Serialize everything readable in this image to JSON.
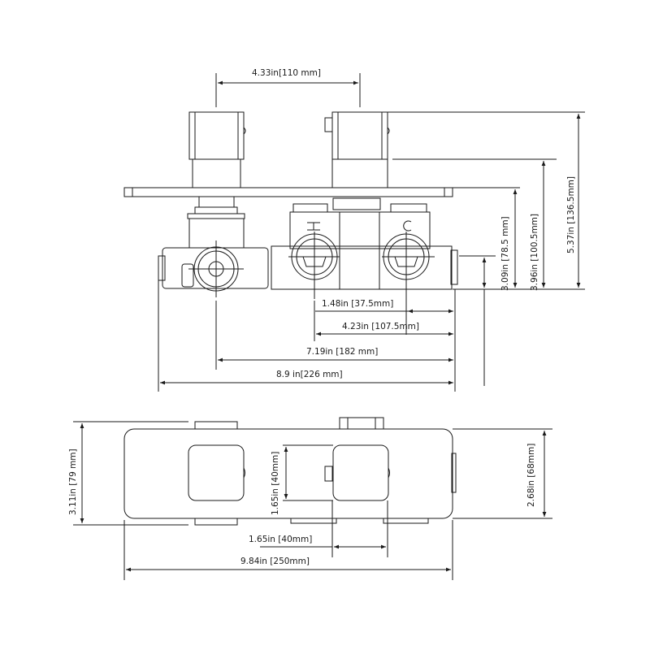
{
  "drawing": {
    "title": "Thermostatic shower valve dimension drawing",
    "views": [
      "side-elevation",
      "front-plate"
    ],
    "line_color": "#1a1a1a"
  },
  "side_view": {
    "dimensions": {
      "handle_spacing": "4.33in[110 mm]",
      "height_outlet": "3.09in [78.5 mm]",
      "height_plate": "3.96in [100.5mm]",
      "height_total": "5.37in [136.5mm]",
      "inlet_spacing": "1.48in [37.5mm]",
      "valve_to_end": "4.23in [107.5mm]",
      "center_to_end": "7.19in [182 mm]",
      "overall_width": "8.9 in[226 mm]"
    },
    "symbols": {
      "hot": "hot-symbol",
      "cold": "cold-symbol"
    }
  },
  "plate_view": {
    "dimensions": {
      "overall_height": "3.11in [79 mm]",
      "plate_height": "2.68in [68mm]",
      "handle_height": "1.65in [40mm]",
      "handle_spacing": "1.65in [40mm]",
      "plate_width": "9.84in [250mm]"
    }
  }
}
